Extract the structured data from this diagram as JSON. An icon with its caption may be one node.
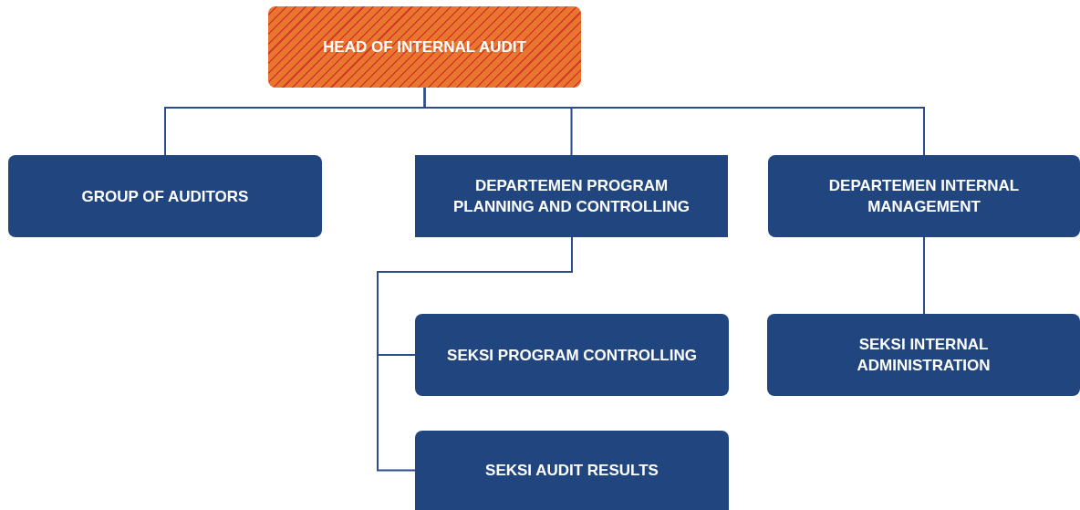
{
  "diagram": {
    "nodes": [
      {
        "text": [
          "HEAD OF INTERNAL AUDIT"
        ]
      },
      {
        "text": [
          "GROUP OF AUDITORS"
        ]
      },
      {
        "text": [
          "DEPARTEMEN PROGRAM PLANNING AND CONTROLLING"
        ]
      },
      {
        "text": [
          "DEPARTEMEN INTERNAL MANAGEMENT"
        ]
      },
      {
        "text": [
          "SEKSI PROGRAM CONTROLLING"
        ]
      },
      {
        "text": [
          "SEKSI INTERNAL ADMINISTRATION"
        ]
      },
      {
        "text": [
          "SEKSI AUDIT RESULTS"
        ]
      }
    ],
    "edges": [
      {
        "from": 0,
        "to": 1,
        "arrow": "none"
      },
      {
        "from": 0,
        "to": 2,
        "arrow": "none"
      },
      {
        "from": 0,
        "to": 3,
        "arrow": "none"
      },
      {
        "from": 2,
        "to": 4,
        "arrow": "none"
      },
      {
        "from": 2,
        "to": 6,
        "arrow": "none"
      },
      {
        "from": 3,
        "to": 5,
        "arrow": "none"
      }
    ]
  }
}
